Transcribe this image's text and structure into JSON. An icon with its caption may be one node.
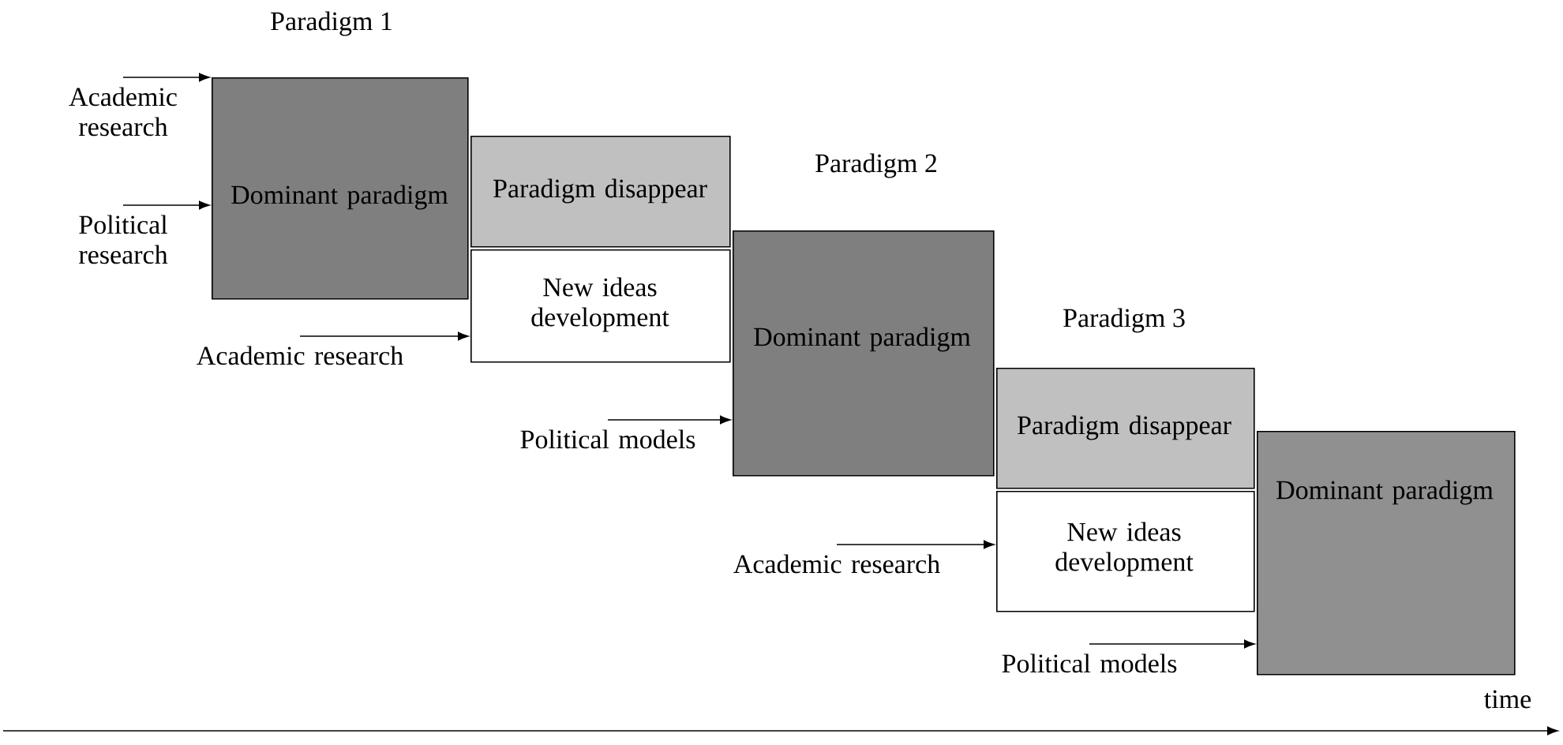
{
  "diagram": {
    "nodes": [
      {
        "text": [
          "Academic research"
        ]
      },
      {
        "text": [
          "Political research"
        ]
      },
      {
        "text": [
          "Dominant paradigm"
        ]
      },
      {
        "text": [
          "Paradigm disappear"
        ]
      },
      {
        "text": [
          "New ideas development"
        ]
      },
      {
        "text": [
          "Academic research"
        ]
      },
      {
        "text": [
          "Dominant paradigm"
        ]
      },
      {
        "text": [
          "Political models"
        ]
      },
      {
        "text": [
          "Paradigm disappear"
        ]
      },
      {
        "text": [
          "New ideas development"
        ]
      },
      {
        "text": [
          "Academic research"
        ]
      },
      {
        "text": [
          "Dominant paradigm"
        ]
      },
      {
        "text": [
          "Political models"
        ]
      }
    ],
    "edges": [
      {
        "from": 0,
        "to": 2,
        "arrow": "to"
      },
      {
        "from": 1,
        "to": 2,
        "arrow": "to"
      },
      {
        "from": 5,
        "to": 4,
        "arrow": "to"
      },
      {
        "from": 7,
        "to": 6,
        "arrow": "to"
      },
      {
        "from": 10,
        "to": 9,
        "arrow": "to"
      },
      {
        "from": 12,
        "to": 11,
        "arrow": "to"
      }
    ],
    "labels": [
      "Paradigm 1",
      "Paradigm 2",
      "Paradigm 3",
      "time"
    ]
  }
}
